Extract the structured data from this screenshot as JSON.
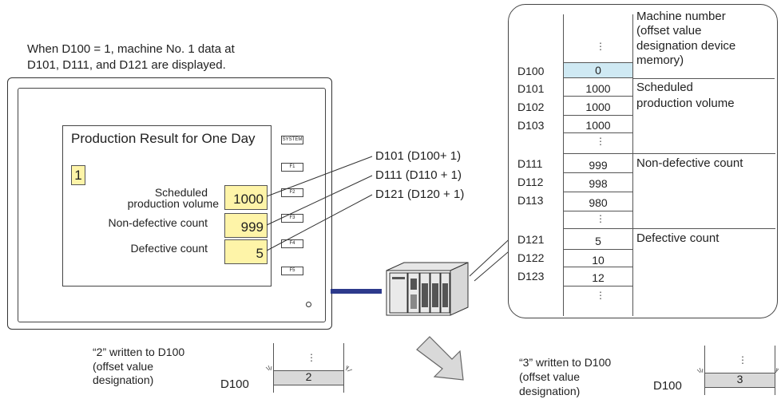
{
  "caption_top": {
    "line1": "When D100 = 1, machine No. 1 data at",
    "line2": "D101, D111, and D121 are displayed."
  },
  "screen": {
    "title": "Production Result for One Day",
    "machine_no": "1",
    "rows": [
      {
        "label_line1": "Scheduled",
        "label_line2": "production volume",
        "value": "1000"
      },
      {
        "label": "Non-defective count",
        "value": "999"
      },
      {
        "label": "Defective count",
        "value": "5"
      }
    ]
  },
  "function_keys": [
    "SYSTEM",
    "F1",
    "F2",
    "F3",
    "F4",
    "F5"
  ],
  "callouts": [
    "D101 (D100+ 1)",
    "D111 (D110 + 1)",
    "D121 (D120 + 1)"
  ],
  "memory_table": {
    "rows": [
      {
        "device": "D100",
        "value": "0"
      },
      {
        "device": "D101",
        "value": "1000"
      },
      {
        "device": "D102",
        "value": "1000"
      },
      {
        "device": "D103",
        "value": "1000"
      },
      {
        "device": "D111",
        "value": "999"
      },
      {
        "device": "D112",
        "value": "998"
      },
      {
        "device": "D113",
        "value": "980"
      },
      {
        "device": "D121",
        "value": "5"
      },
      {
        "device": "D122",
        "value": "10"
      },
      {
        "device": "D123",
        "value": "12"
      }
    ],
    "desc_machine": [
      "Machine number",
      "(offset value",
      "designation device",
      "memory)"
    ],
    "desc_scheduled": [
      "Scheduled",
      "production volume"
    ],
    "desc_nondefective": "Non-defective count",
    "desc_defective": "Defective count",
    "highlight_color": "#cfe9f3"
  },
  "bottom_left": {
    "lines": [
      "“2” written to D100",
      "(offset value",
      "designation)"
    ],
    "device": "D100",
    "value": "2"
  },
  "bottom_right": {
    "lines": [
      "“3” written to D100",
      "(offset value",
      "designation)"
    ],
    "device": "D100",
    "value": "3"
  },
  "colors": {
    "yellow_fill": "#fef4a8",
    "cable": "#2d3a8c",
    "arrow_fill": "#d9d9d9",
    "gray_cell": "#d9d9d9"
  }
}
